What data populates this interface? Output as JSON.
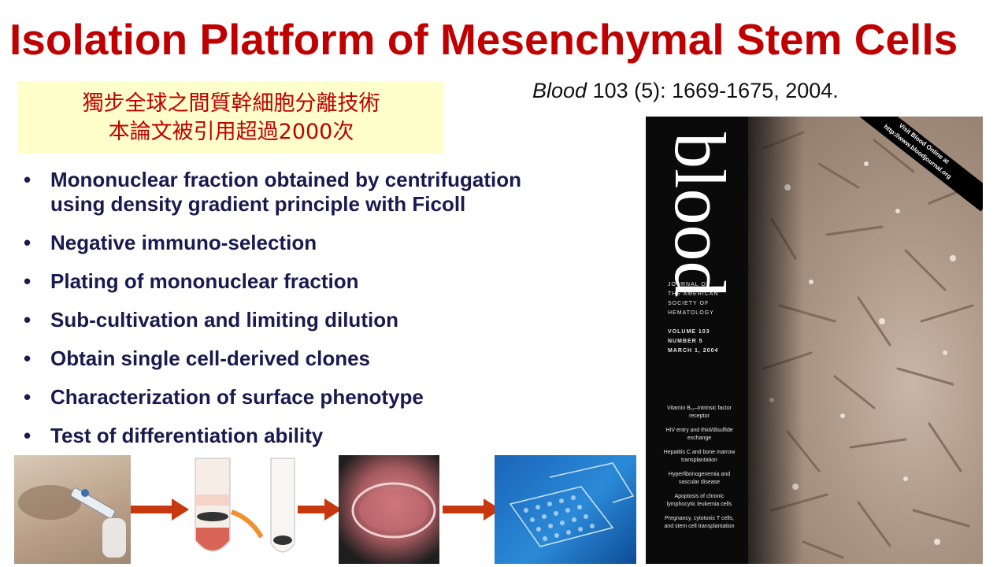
{
  "slide": {
    "title": "Isolation Platform of Mesenchymal Stem Cells",
    "highlight_box": {
      "line1": "獨步全球之間質幹細胞分離技術",
      "line2": "本論文被引用超過2000次"
    },
    "citation": {
      "journal": "Blood",
      "details": " 103 (5): 1669-1675, 2004."
    },
    "bullets": [
      {
        "line1": "Mononuclear fraction obtained by centrifugation",
        "line2": "using density gradient principle with Ficoll"
      },
      {
        "line1": "Negative immuno-selection",
        "line2": ""
      },
      {
        "line1": "Plating of mononuclear fraction",
        "line2": ""
      },
      {
        "line1": "Sub-cultivation and limiting dilution",
        "line2": ""
      },
      {
        "line1": "Obtain single cell-derived clones",
        "line2": ""
      },
      {
        "line1": "Characterization of surface phenotype",
        "line2": ""
      },
      {
        "line1": "Test of differentiation ability",
        "line2": ""
      }
    ],
    "bullet_symbol": "•"
  },
  "cover": {
    "masthead": "blood",
    "banner_line1": "Visit Blood Online at",
    "banner_line2": "http://www.bloodjournal.org",
    "journal_of": [
      "JOURNAL OF",
      "THE AMERICAN",
      "SOCIETY OF",
      "HEMATOLOGY"
    ],
    "issue": [
      "VOLUME 103",
      "NUMBER 5",
      "MARCH 1, 2004"
    ],
    "toc": [
      "Vitamin B₁₂–intrinsic factor receptor",
      "HIV entry and thiol/disulfide exchange",
      "Hepatitis C and bone marrow transplantation",
      "Hyperfibrinogenemia and vascular disease",
      "Apoptosis of chronic lymphocytic leukemia cells",
      "Pregnancy, cytotoxic T cells, and stem cell transplantation"
    ]
  },
  "colors": {
    "title": "#c00000",
    "bullet_text": "#1a1a4e",
    "highlight_bg": "#ffffcc",
    "arrow": "#c8380f"
  }
}
